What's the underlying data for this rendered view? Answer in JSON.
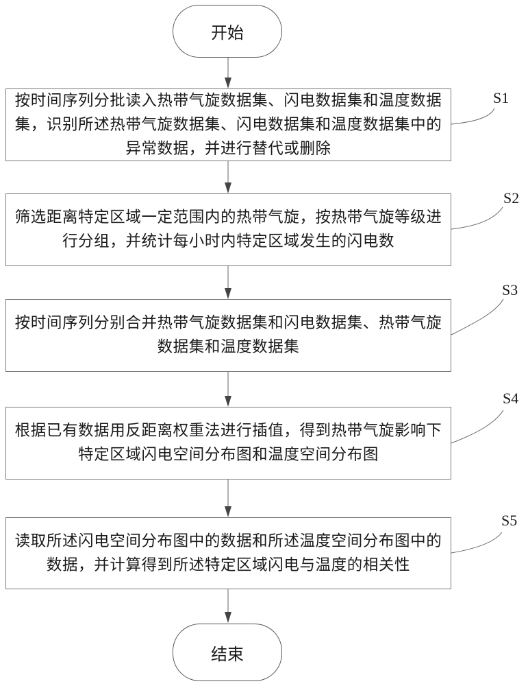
{
  "flowchart": {
    "start": {
      "label": "开始"
    },
    "end": {
      "label": "结束"
    },
    "steps": [
      {
        "id": "S1",
        "label": "S1",
        "text": "按时间序列分批读入热带气旋数据集、闪电数据集和温度数据集，识别所述热带气旋数据集、闪电数据集和温度数据集中的异常数据，并进行替代或删除"
      },
      {
        "id": "S2",
        "label": "S2",
        "text": "筛选距离特定区域一定范围内的热带气旋，按热带气旋等级进行分组，并统计每小时内特定区域发生的闪电数"
      },
      {
        "id": "S3",
        "label": "S3",
        "text": "按时间序列分别合并热带气旋数据集和闪电数据集、热带气旋数据集和温度数据集"
      },
      {
        "id": "S4",
        "label": "S4",
        "text": "根据已有数据用反距离权重法进行插值，得到热带气旋影响下特定区域闪电空间分布图和温度空间分布图"
      },
      {
        "id": "S5",
        "label": "S5",
        "text": "读取所述闪电空间分布图中的数据和所述温度空间分布图中的数据，并计算得到所述特定区域闪电与温度的相关性"
      }
    ]
  }
}
